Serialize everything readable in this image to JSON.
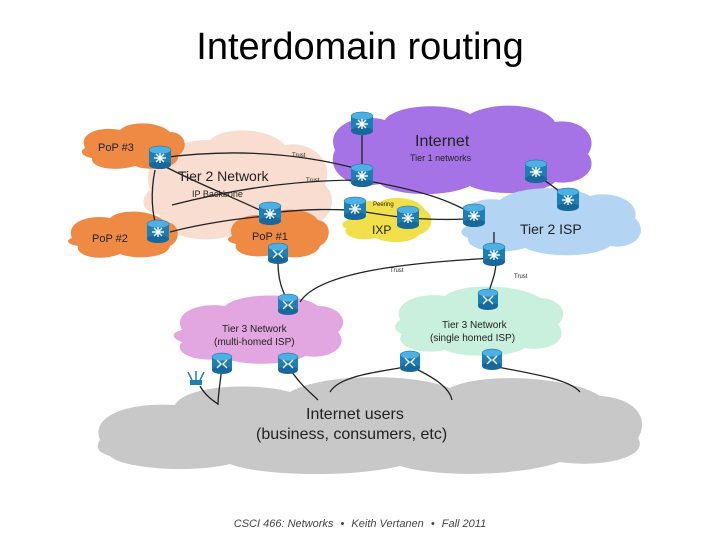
{
  "slide": {
    "title": "Interdomain routing"
  },
  "diagram": {
    "internet": {
      "title": "Internet",
      "subtitle": "Tier 1 networks"
    },
    "tier2_network": {
      "title": "Tier 2 Network",
      "subtitle": "IP Backbone"
    },
    "pops": {
      "pop3": "PoP #3",
      "pop2": "PoP #2",
      "pop1": "PoP #1"
    },
    "ixp": {
      "title": "IXP",
      "peering": "Peering"
    },
    "tier2_isp": {
      "title": "Tier 2 ISP"
    },
    "tier3_multi": {
      "title": "Tier 3 Network",
      "subtitle": "(multi-homed ISP)"
    },
    "tier3_single": {
      "title": "Tier 3 Network",
      "subtitle": "(single homed ISP)"
    },
    "users": {
      "title": "Internet users",
      "subtitle": "(business, consumers, etc)"
    },
    "trust_label": "Trust",
    "colors": {
      "internet_cloud": "#a673e6",
      "pop_cloud": "#ef8a45",
      "tier2_net_cloud": "#f8ddd0",
      "ixp_cloud": "#f2e04a",
      "tier2_isp_cloud": "#b4d4f4",
      "tier3_multi_cloud": "#e2a6e0",
      "tier3_single_cloud": "#c8f0dc",
      "users_cloud": "#c8c8c8",
      "router": "#1c7fb6"
    }
  },
  "footer": {
    "course": "CSCI 466: Networks",
    "author": "Keith Vertanen",
    "term": "Fall 2011",
    "separator": "•"
  }
}
